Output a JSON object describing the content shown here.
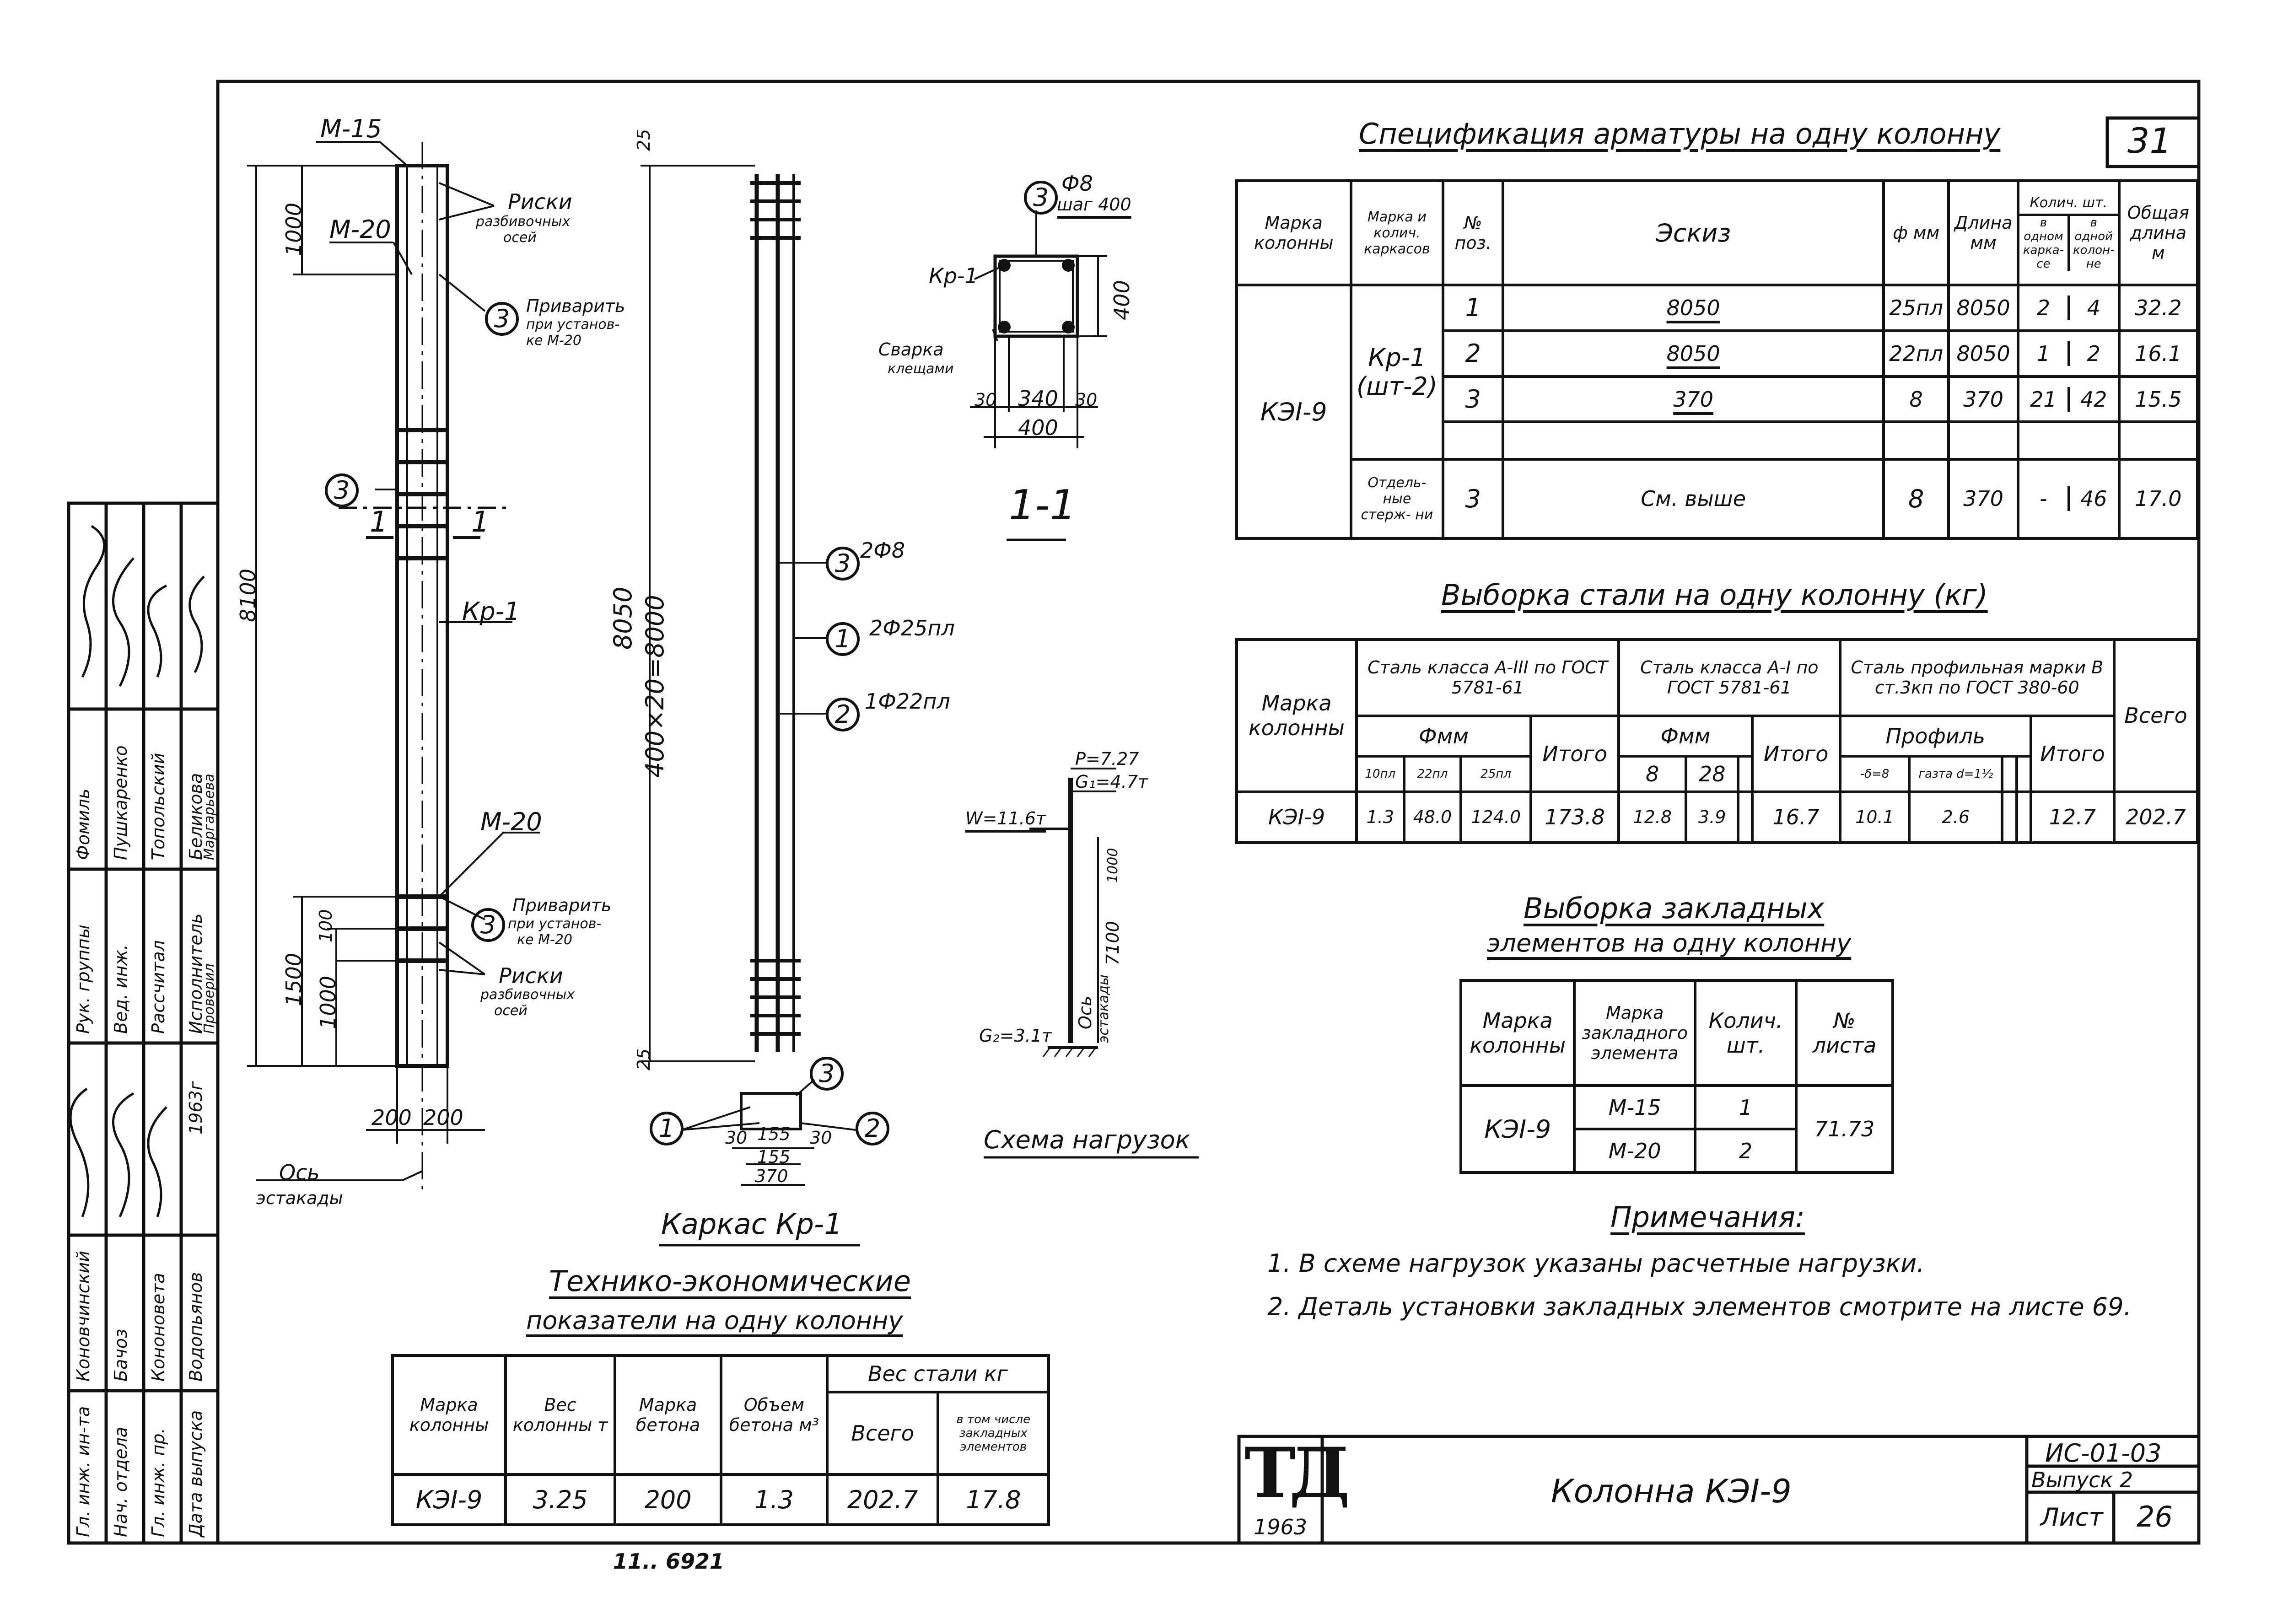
{
  "left_drawing": {
    "m15": "М-15",
    "m20_top": "М-20",
    "m20_bot": "М-20",
    "riski_top": "Риски",
    "riski_top_2": "разбивочных",
    "riski_top_3": "осей",
    "privarit_top": "Приварить",
    "privarit_top_2": "при установ-",
    "privarit_top_3": "ке М-20",
    "privarit_bot": "Приварить",
    "privarit_bot_2": "при установ-",
    "privarit_bot_3": "ке М-20",
    "riski_bot": "Риски",
    "riski_bot_2": "разбивочных",
    "riski_bot_3": "осей",
    "kr1": "Кр-1",
    "section": "1",
    "callout_3": "3",
    "dim_1000_top": "1000",
    "dim_8100": "8100",
    "dim_1500": "1500",
    "dim_1000_bot": "1000",
    "dim_100": "100",
    "dim_200a": "200",
    "dim_200b": "200",
    "os": "Ось",
    "estakady": "эстакады"
  },
  "karkas": {
    "title": "Каркас Кр-1",
    "dim_25_top": "25",
    "dim_8050": "8050",
    "dim_400x20": "400×20=8000",
    "dim_25_bot": "25",
    "c3": "3",
    "c3_label": "2Ф8",
    "c1": "1",
    "c1_label": "2Ф25пл",
    "c2": "2",
    "c2_label": "1Ф22пл",
    "b1": "1",
    "b2": "2",
    "b3": "3",
    "dim_30a": "30",
    "dim_155a": "155",
    "dim_30b": "30",
    "dim_155b": "155",
    "dim_370": "370"
  },
  "section_11": {
    "callout": "3",
    "phi8": "Ф8",
    "shag": "шаг 400",
    "kr1": "Кр-1",
    "svarka": "Сварка",
    "kleshami": "клещами",
    "dim_400v": "400",
    "dim_30a": "30",
    "dim_340": "340",
    "dim_30b": "30",
    "dim_400h": "400",
    "title": "1-1"
  },
  "loads": {
    "p": "P=7.27",
    "g1": "G₁=4.7т",
    "w": "W=11.6т",
    "dim_1000": "1000",
    "dim_7100": "7100",
    "os": "Ось",
    "estakady": "эстакады",
    "g2": "G₂=3.1т",
    "title": "Схема нагрузок"
  },
  "spec": {
    "title": "Спецификация арматуры на одну колонну",
    "sheet_no": "31",
    "headers": {
      "mark": "Марка колонны",
      "karkas": "Марка и колич. каркасов",
      "pos": "№ поз.",
      "eskiz": "Эскиз",
      "phi": "ф мм",
      "len": "Длина мм",
      "qty": "Колич. шт.",
      "qty_a": "в одном карка- се",
      "qty_b": "в одной колон- не",
      "total": "Общая длина м"
    },
    "mark": "КЭI-9",
    "karkas1": "Кр-1",
    "karkas2": "(шт-2)",
    "rows": [
      {
        "pos": "1",
        "sketch": "8050",
        "phi": "25пл",
        "len": "8050",
        "a": "2",
        "b": "4",
        "total": "32.2"
      },
      {
        "pos": "2",
        "sketch": "8050",
        "phi": "22пл",
        "len": "8050",
        "a": "1",
        "b": "2",
        "total": "16.1"
      },
      {
        "pos": "3",
        "sketch": "370",
        "phi": "8",
        "len": "370",
        "a": "21",
        "b": "42",
        "total": "15.5"
      }
    ],
    "sep_label": "Отдель- ные стерж- ни",
    "sep_row": {
      "pos": "3",
      "sketch": "См. выше",
      "phi": "8",
      "len": "370",
      "a": "-",
      "b": "46",
      "total": "17.0"
    }
  },
  "steel": {
    "title": "Выборка стали на одну колонну (кг)",
    "h_mark": "Марка колонны",
    "h_a3": "Сталь класса А-III по ГОСТ 5781-61",
    "h_a1": "Сталь класса А-I по ГОСТ 5781-61",
    "h_prof": "Сталь профильная марки В ст.3кп по ГОСТ 380-60",
    "h_total": "Всего",
    "h_phimm_a": "Фмм",
    "h_phimm_b": "Фмм",
    "h_itogo_a": "Итого",
    "h_itogo_b": "Итого",
    "h_itogo_c": "Итого",
    "h_profil": "Профиль",
    "sub_a": [
      "10пл",
      "22пл",
      "25пл"
    ],
    "sub_b": [
      "8",
      "28"
    ],
    "sub_c": [
      "-δ=8",
      "газта d=1½"
    ],
    "row": {
      "mark": "КЭI-9",
      "v1": "1.3",
      "v2": "48.0",
      "v3": "124.0",
      "it1": "173.8",
      "v4": "12.8",
      "v5": "3.9",
      "it2": "16.7",
      "v6": "10.1",
      "v7": "2.6",
      "it3": "12.7",
      "total": "202.7"
    }
  },
  "embed": {
    "title1": "Выборка закладных",
    "title2": "элементов на одну колонну",
    "h_mark": "Марка колонны",
    "h_el": "Марка закладного элемента",
    "h_qty": "Колич. шт.",
    "h_sheet": "№ листа",
    "mark": "КЭI-9",
    "rows": [
      {
        "el": "М-15",
        "qty": "1"
      },
      {
        "el": "М-20",
        "qty": "2"
      }
    ],
    "sheet": "71.73"
  },
  "notes": {
    "title": "Примечания:",
    "n1": "1. В схеме нагрузок указаны расчетные нагрузки.",
    "n2": "2. Деталь установки закладных элементов смотрите на листе 69."
  },
  "tep": {
    "title1": "Технико-экономические",
    "title2": "показатели на одну колонну",
    "h_mark": "Марка колонны",
    "h_weight": "Вес колонны т",
    "h_concrete": "Марка бетона",
    "h_volume": "Объем бетона м³",
    "h_steel": "Вес стали кг",
    "h_all": "Всего",
    "h_incl": "в том числе закладных элементов",
    "row": {
      "mark": "КЭI-9",
      "weight": "3.25",
      "concrete": "200",
      "volume": "1.3",
      "all": "202.7",
      "incl": "17.8"
    }
  },
  "stamp": {
    "logo": "ТД",
    "year": "1963",
    "title": "Колонна КЭI-9",
    "code": "ИС-01-03",
    "vypusk": "Выпуск 2",
    "list": "Лист",
    "list_no": "26"
  },
  "side_stamp": {
    "roles_a": [
      "Гл. инж. ин-та",
      "Нач. отдела",
      "Гл. инж. пр.",
      "Дата выпуска"
    ],
    "names_a": [
      "Коновчинский",
      "Бачоз",
      "Кононовета",
      "Водопьянов"
    ],
    "year": "1963г",
    "roles_b": [
      "Рук. группы",
      "Вед. инж.",
      "Рассчитал",
      "Исполнитель",
      "Проверил"
    ],
    "names_b": [
      "Фомиль",
      "Пушкаренко",
      "Топольский",
      "Беликова",
      "Маргарьева"
    ]
  },
  "bottom_mark": "11.. 6921"
}
